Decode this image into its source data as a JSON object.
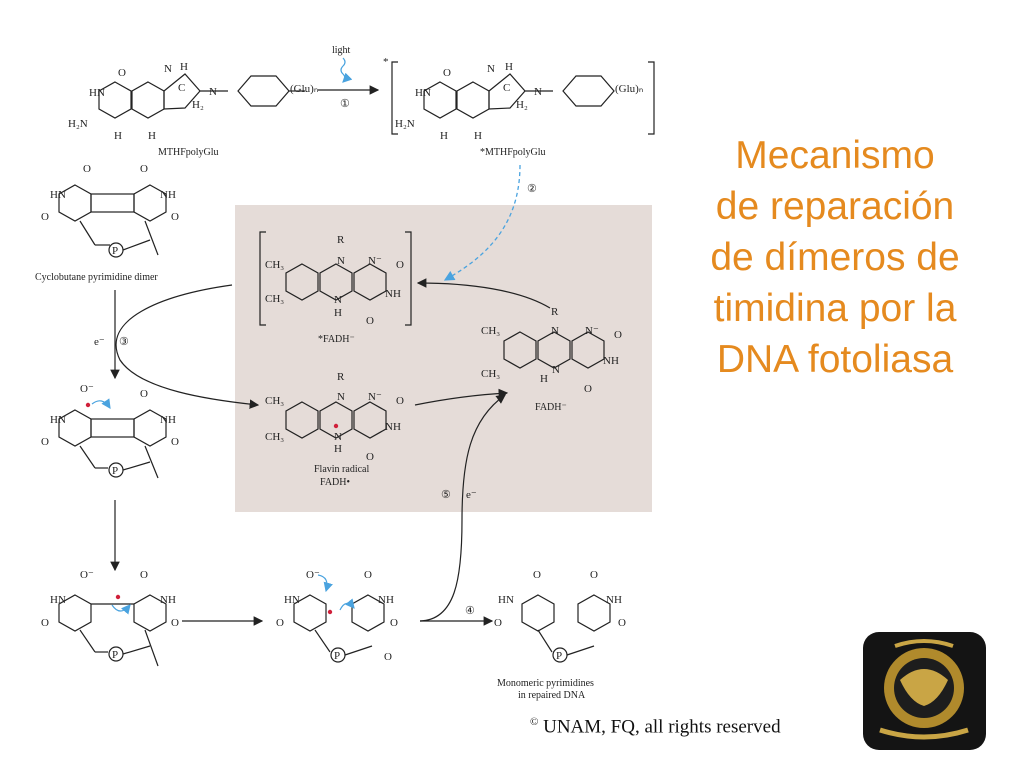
{
  "slide": {
    "title": "Mecanismo\nde reparación\nde dímeros de\ntimidina por la\nDNA fotoliasa",
    "copyright_symbol": "©",
    "copyright": " UNAM, FQ, all rights reserved",
    "accent_color": "#e58a1f",
    "panel_color": "#e5dcd8",
    "arrow_color": "#4aa3df",
    "radical_color": "#d0203a"
  },
  "diagram": {
    "light_label": "light",
    "steps": [
      "①",
      "②",
      "③",
      "④",
      "⑤"
    ],
    "electron": "e⁻",
    "mthf": "MTHFpolyGlu",
    "mthf_excited": "*MTHFpolyGlu",
    "dimer": "Cyclobutane pyrimidine dimer",
    "fadh_excited": "*FADH⁻",
    "fadh": "FADH⁻",
    "flavin_radical": "Flavin radical",
    "fadh_radical": "FADH•",
    "monomeric": "Monomeric pyrimidines",
    "repaired": "in repaired DNA",
    "glu": "(Glu)ₙ",
    "phosphate": "P",
    "emblem_icon": "unam-emblem-icon"
  }
}
